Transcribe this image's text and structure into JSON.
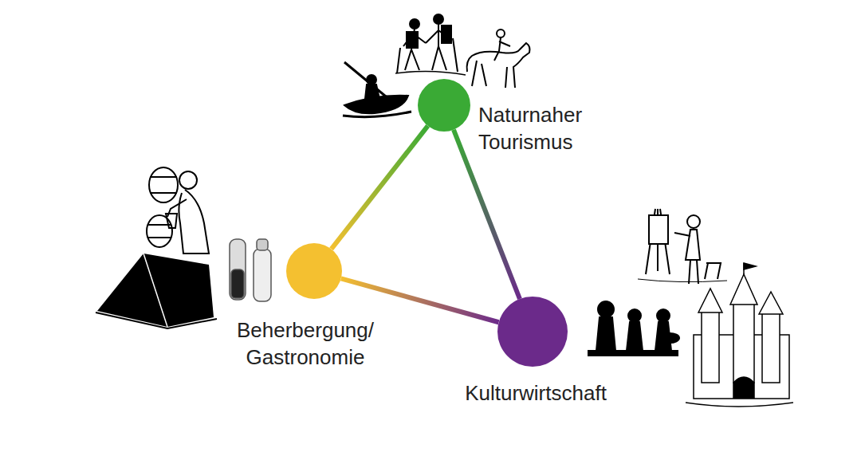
{
  "diagram": {
    "nodes": [
      {
        "text": [
          "Naturnaher Tourismus"
        ]
      },
      {
        "text": [
          "Beherbergung/ Gastronomie"
        ]
      },
      {
        "text": [
          "Kulturwirtschaft"
        ]
      }
    ],
    "edges": [
      {
        "from": 0,
        "to": 1,
        "arrow": "none"
      },
      {
        "from": 0,
        "to": 2,
        "arrow": "none"
      },
      {
        "from": 1,
        "to": 2,
        "arrow": "none"
      }
    ]
  }
}
